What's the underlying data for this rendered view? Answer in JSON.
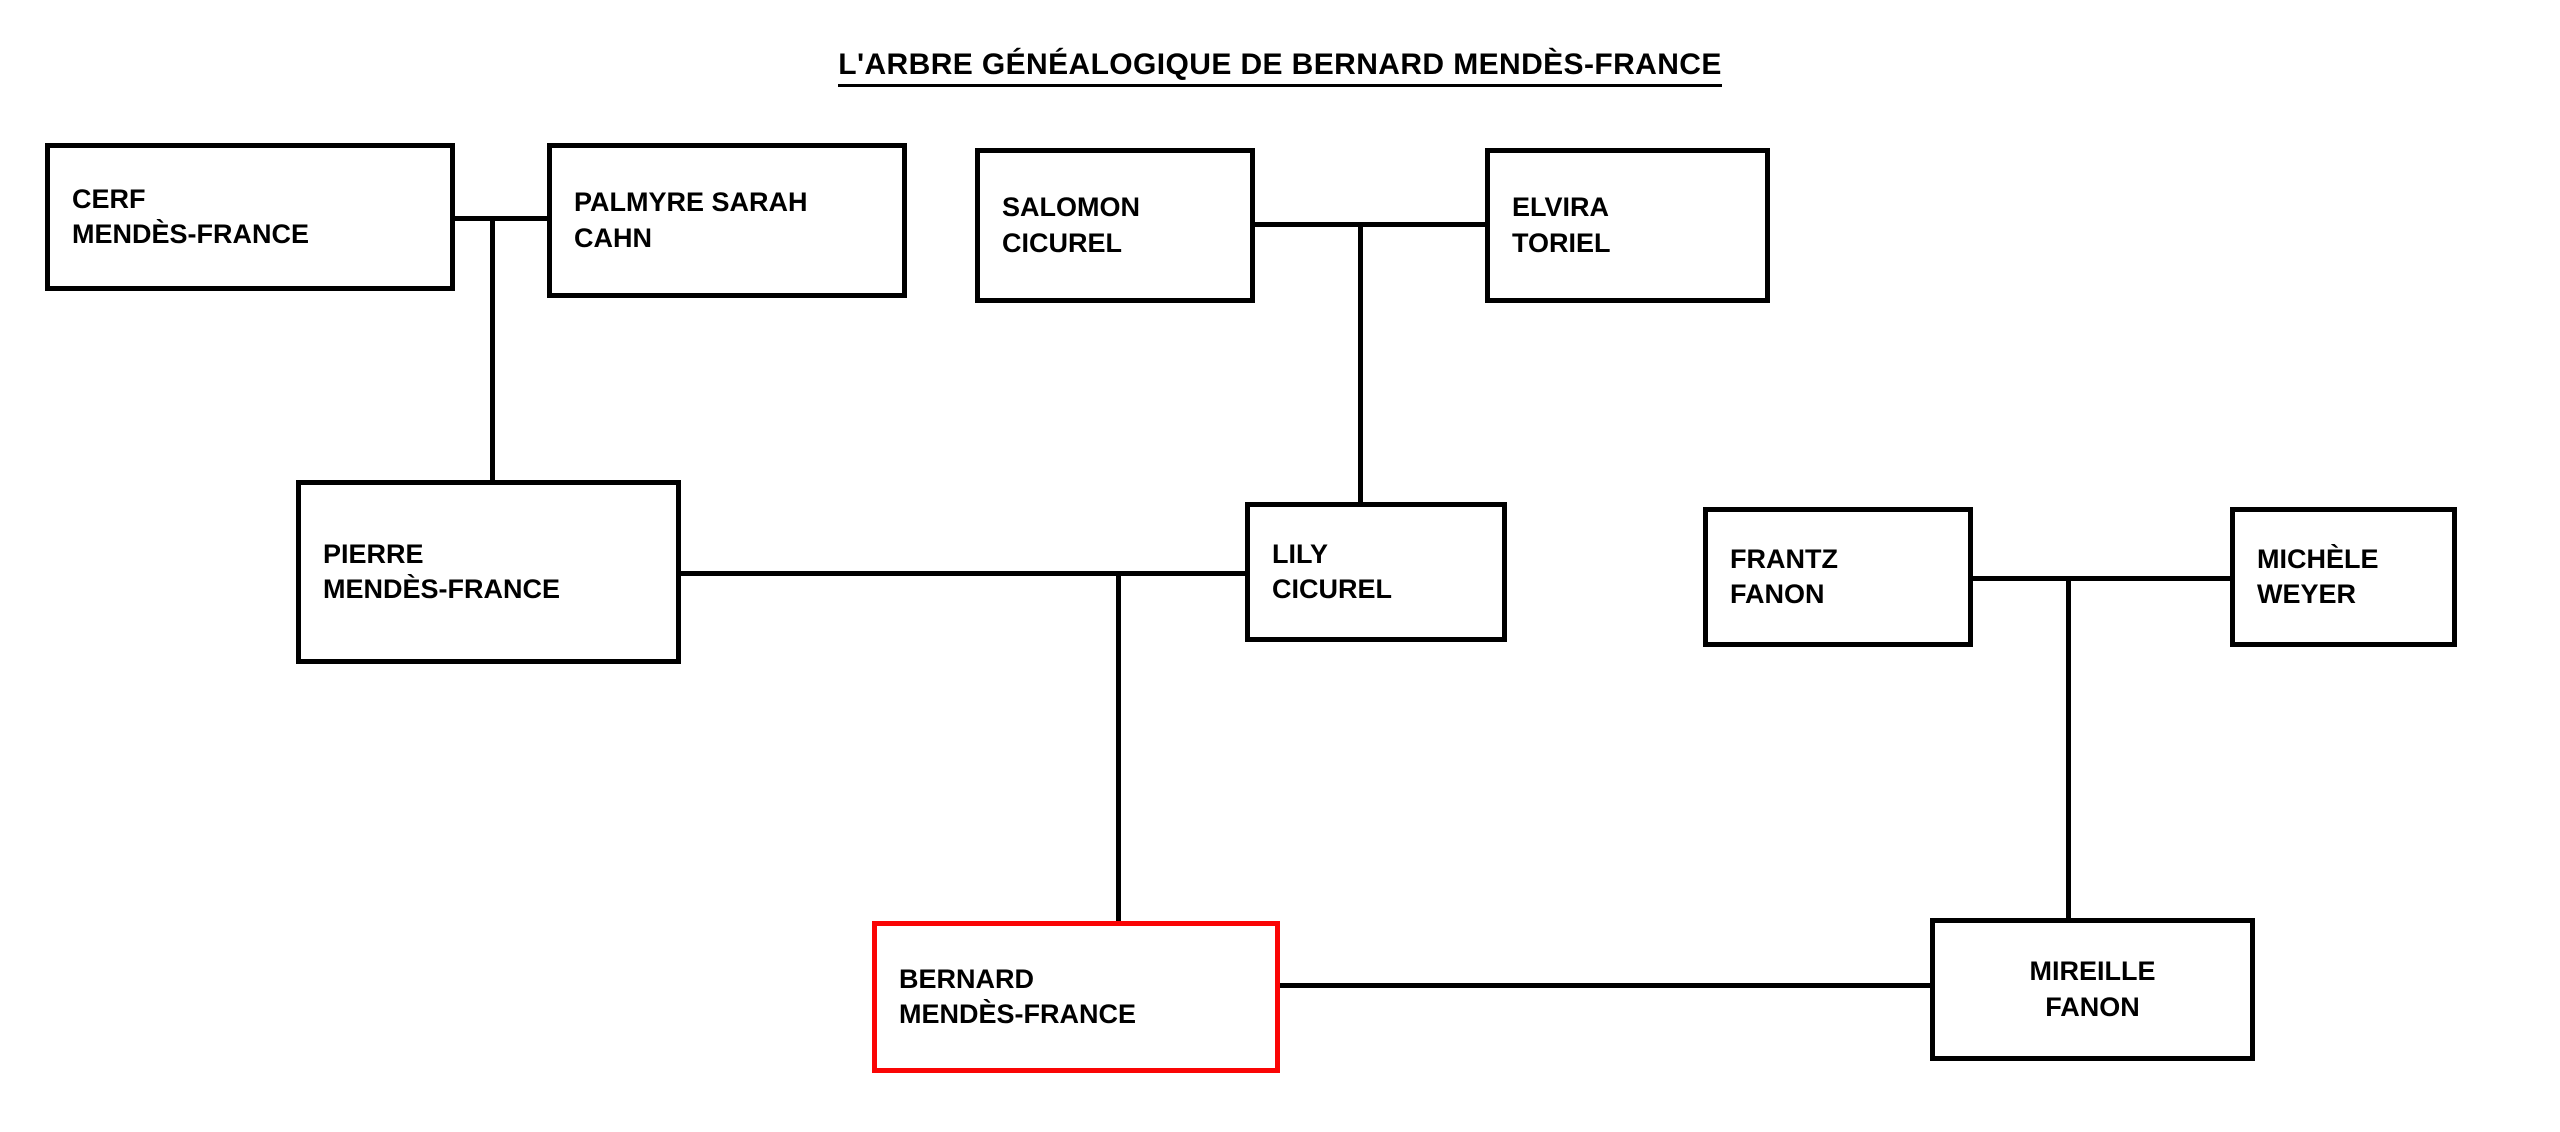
{
  "title": "L'ARBRE GÉNÉALOGIQUE DE BERNARD MENDÈS-FRANCE",
  "colors": {
    "box_border": "#000000",
    "highlight_border": "#fa0505",
    "line": "#000000",
    "text": "#000000",
    "background": "#ffffff"
  },
  "people": {
    "cerf": {
      "line1": "CERF",
      "line2": "MENDÈS-FRANCE"
    },
    "palmyre": {
      "line1": "PALMYRE SARAH",
      "line2": "CAHN"
    },
    "salomon": {
      "line1": "SALOMON",
      "line2": "CICUREL"
    },
    "elvira": {
      "line1": "ELVIRA",
      "line2": "TORIEL"
    },
    "pierre": {
      "line1": "PIERRE",
      "line2": "MENDÈS-FRANCE"
    },
    "lily": {
      "line1": "LILY",
      "line2": "CICUREL"
    },
    "frantz": {
      "line1": "FRANTZ",
      "line2": "FANON"
    },
    "michele": {
      "line1": "MICHÈLE",
      "line2": "WEYER"
    },
    "bernard": {
      "line1": "BERNARD",
      "line2": "MENDÈS-FRANCE"
    },
    "mireille": {
      "line1": "MIREILLE",
      "line2": "FANON"
    }
  }
}
